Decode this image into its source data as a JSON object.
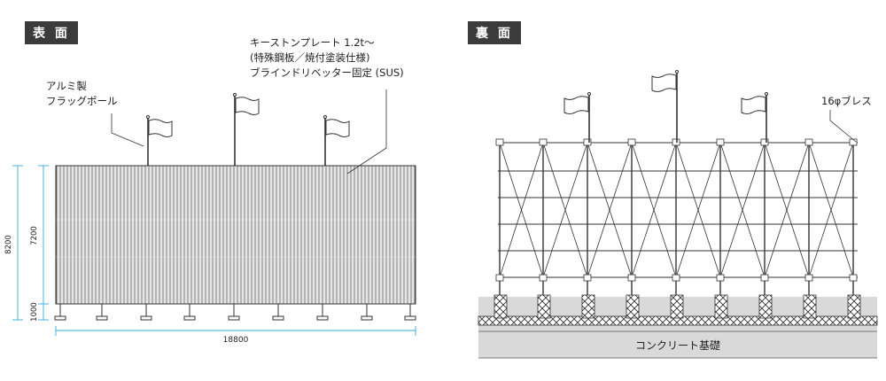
{
  "front": {
    "tag": "表 面",
    "flag_label": [
      "アルミ製",
      "フラッグポール"
    ],
    "plate_label": [
      "キーストンプレート 1.2t〜",
      "(特殊鋼板／焼付塗装仕様)",
      "ブラインドリベッター固定 (SUS)"
    ],
    "dims": {
      "total_height": "8200",
      "panel_height": "7200",
      "base_height": "1000",
      "width": "18800"
    }
  },
  "back": {
    "tag": "裏 面",
    "brace_label": "16φブレス",
    "foundation_label": "コンクリート基礎"
  },
  "colors": {
    "dimension": "#3aa6dd",
    "tag_bg": "#3b3b3b",
    "foundation": "#d9d9d9"
  }
}
